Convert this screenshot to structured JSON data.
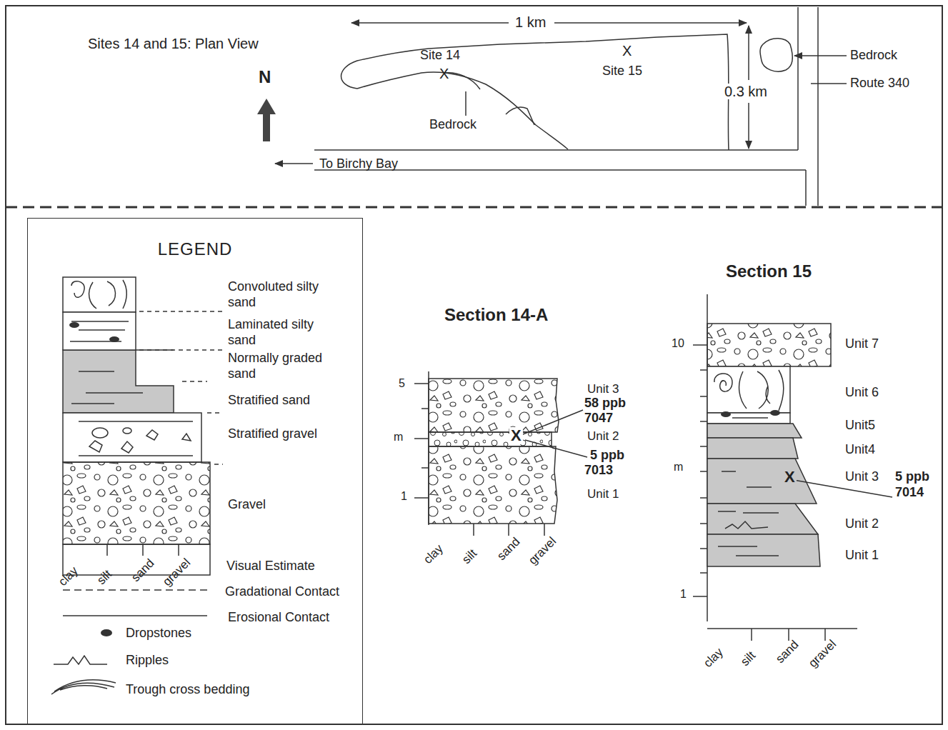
{
  "diagram": {
    "nodes": [
      {
        "text": [
          "LEGEND"
        ]
      }
    ],
    "labels": [
      "Sites 14 and 15: Plan View",
      "N",
      "1 km",
      "Site 14",
      "X",
      "X",
      "Site 15",
      "Bedrock",
      "0.3 km",
      "Bedrock",
      "Route 340",
      "To Birchy Bay",
      "Section 14-A",
      "5",
      "m",
      "1",
      "Unit 3",
      "58 ppb",
      "7047",
      "Unit 2",
      "X",
      "5 ppb",
      "7013",
      "Unit 1",
      "clay",
      "silt",
      "sand",
      "gravel",
      "Section 15",
      "10",
      "m",
      "1",
      "Unit 7",
      "Unit 6",
      "Unit5",
      "Unit4",
      "Unit 3",
      "5 ppb",
      "7014",
      "X",
      "Unit 2",
      "Unit 1",
      "clay",
      "silt",
      "sand",
      "gravel",
      "clay",
      "silt",
      "sand",
      "gravel"
    ],
    "legend": [
      {
        "text": "Convoluted silty sand"
      },
      {
        "text": "Laminated silty sand"
      },
      {
        "text": "Normally graded sand"
      },
      {
        "text": "Stratified sand"
      },
      {
        "text": "Stratified gravel"
      },
      {
        "text": "Gravel"
      },
      {
        "text": "Visual Estimate"
      },
      {
        "text": "Gradational Contact"
      },
      {
        "text": "Erosional Contact"
      },
      {
        "text": "Dropstones"
      },
      {
        "text": "Ripples"
      },
      {
        "text": "Trough cross bedding"
      }
    ]
  }
}
